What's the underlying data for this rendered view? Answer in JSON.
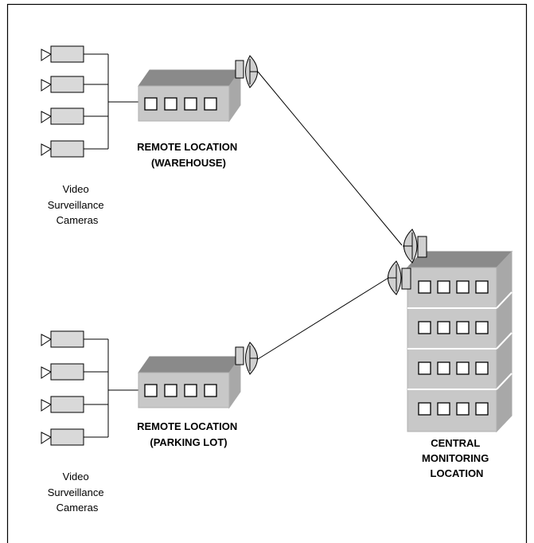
{
  "colors": {
    "background": "#ffffff",
    "border": "#000000",
    "camera_fill": "#d9d9d9",
    "building_roof": "#8a8a8a",
    "building_front": "#c8c8c8",
    "building_side": "#a8a8a8",
    "window_fill": "#ffffff",
    "dish_fill": "#d0d0d0",
    "line": "#000000"
  },
  "labels": {
    "cameras_top": [
      "Video",
      "Surveillance",
      "Cameras"
    ],
    "cameras_bottom": [
      "Video",
      "Surveillance",
      "Cameras"
    ],
    "warehouse": [
      "REMOTE LOCATION",
      "(WAREHOUSE)"
    ],
    "parking": [
      "REMOTE LOCATION",
      "(PARKING LOT)"
    ],
    "central": [
      "CENTRAL",
      "MONITORING",
      "LOCATION"
    ]
  },
  "icons": [
    "camera-icon",
    "building-icon",
    "satellite-dish-icon",
    "office-tower-icon"
  ]
}
